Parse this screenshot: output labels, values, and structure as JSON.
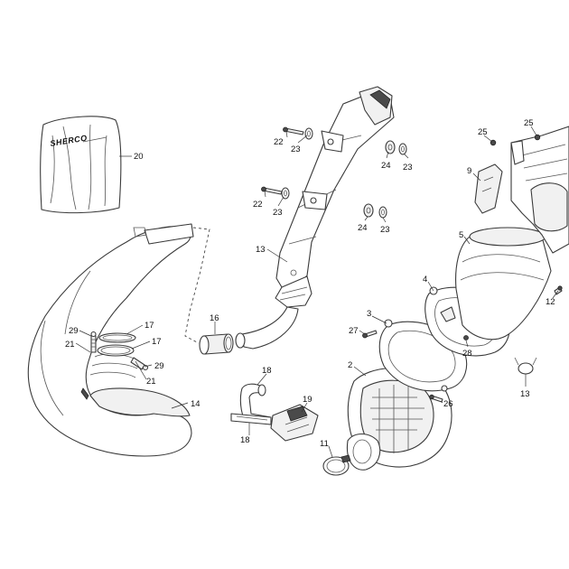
{
  "brand_text": "SHERCO",
  "callouts": [
    {
      "id": "c20",
      "label": "20"
    },
    {
      "id": "c22a",
      "label": "22"
    },
    {
      "id": "c23a",
      "label": "23"
    },
    {
      "id": "c24a",
      "label": "24"
    },
    {
      "id": "c23b",
      "label": "23"
    },
    {
      "id": "c22b",
      "label": "22"
    },
    {
      "id": "c23c",
      "label": "23"
    },
    {
      "id": "c24b",
      "label": "24"
    },
    {
      "id": "c23d",
      "label": "23"
    },
    {
      "id": "c13a",
      "label": "13"
    },
    {
      "id": "c25a",
      "label": "25"
    },
    {
      "id": "c25b",
      "label": "25"
    },
    {
      "id": "c9",
      "label": "9"
    },
    {
      "id": "c5",
      "label": "5"
    },
    {
      "id": "c4",
      "label": "4"
    },
    {
      "id": "c3",
      "label": "3"
    },
    {
      "id": "c27",
      "label": "27"
    },
    {
      "id": "c28",
      "label": "28"
    },
    {
      "id": "c12",
      "label": "12"
    },
    {
      "id": "c13b",
      "label": "13"
    },
    {
      "id": "c16",
      "label": "16"
    },
    {
      "id": "c29a",
      "label": "29"
    },
    {
      "id": "c17a",
      "label": "17"
    },
    {
      "id": "c21a",
      "label": "21"
    },
    {
      "id": "c17b",
      "label": "17"
    },
    {
      "id": "c29b",
      "label": "29"
    },
    {
      "id": "c21b",
      "label": "21"
    },
    {
      "id": "c14",
      "label": "14"
    },
    {
      "id": "c18a",
      "label": "18"
    },
    {
      "id": "c19",
      "label": "19"
    },
    {
      "id": "c18b",
      "label": "18"
    },
    {
      "id": "c2",
      "label": "2"
    },
    {
      "id": "c26",
      "label": "26"
    },
    {
      "id": "c11",
      "label": "11"
    }
  ]
}
